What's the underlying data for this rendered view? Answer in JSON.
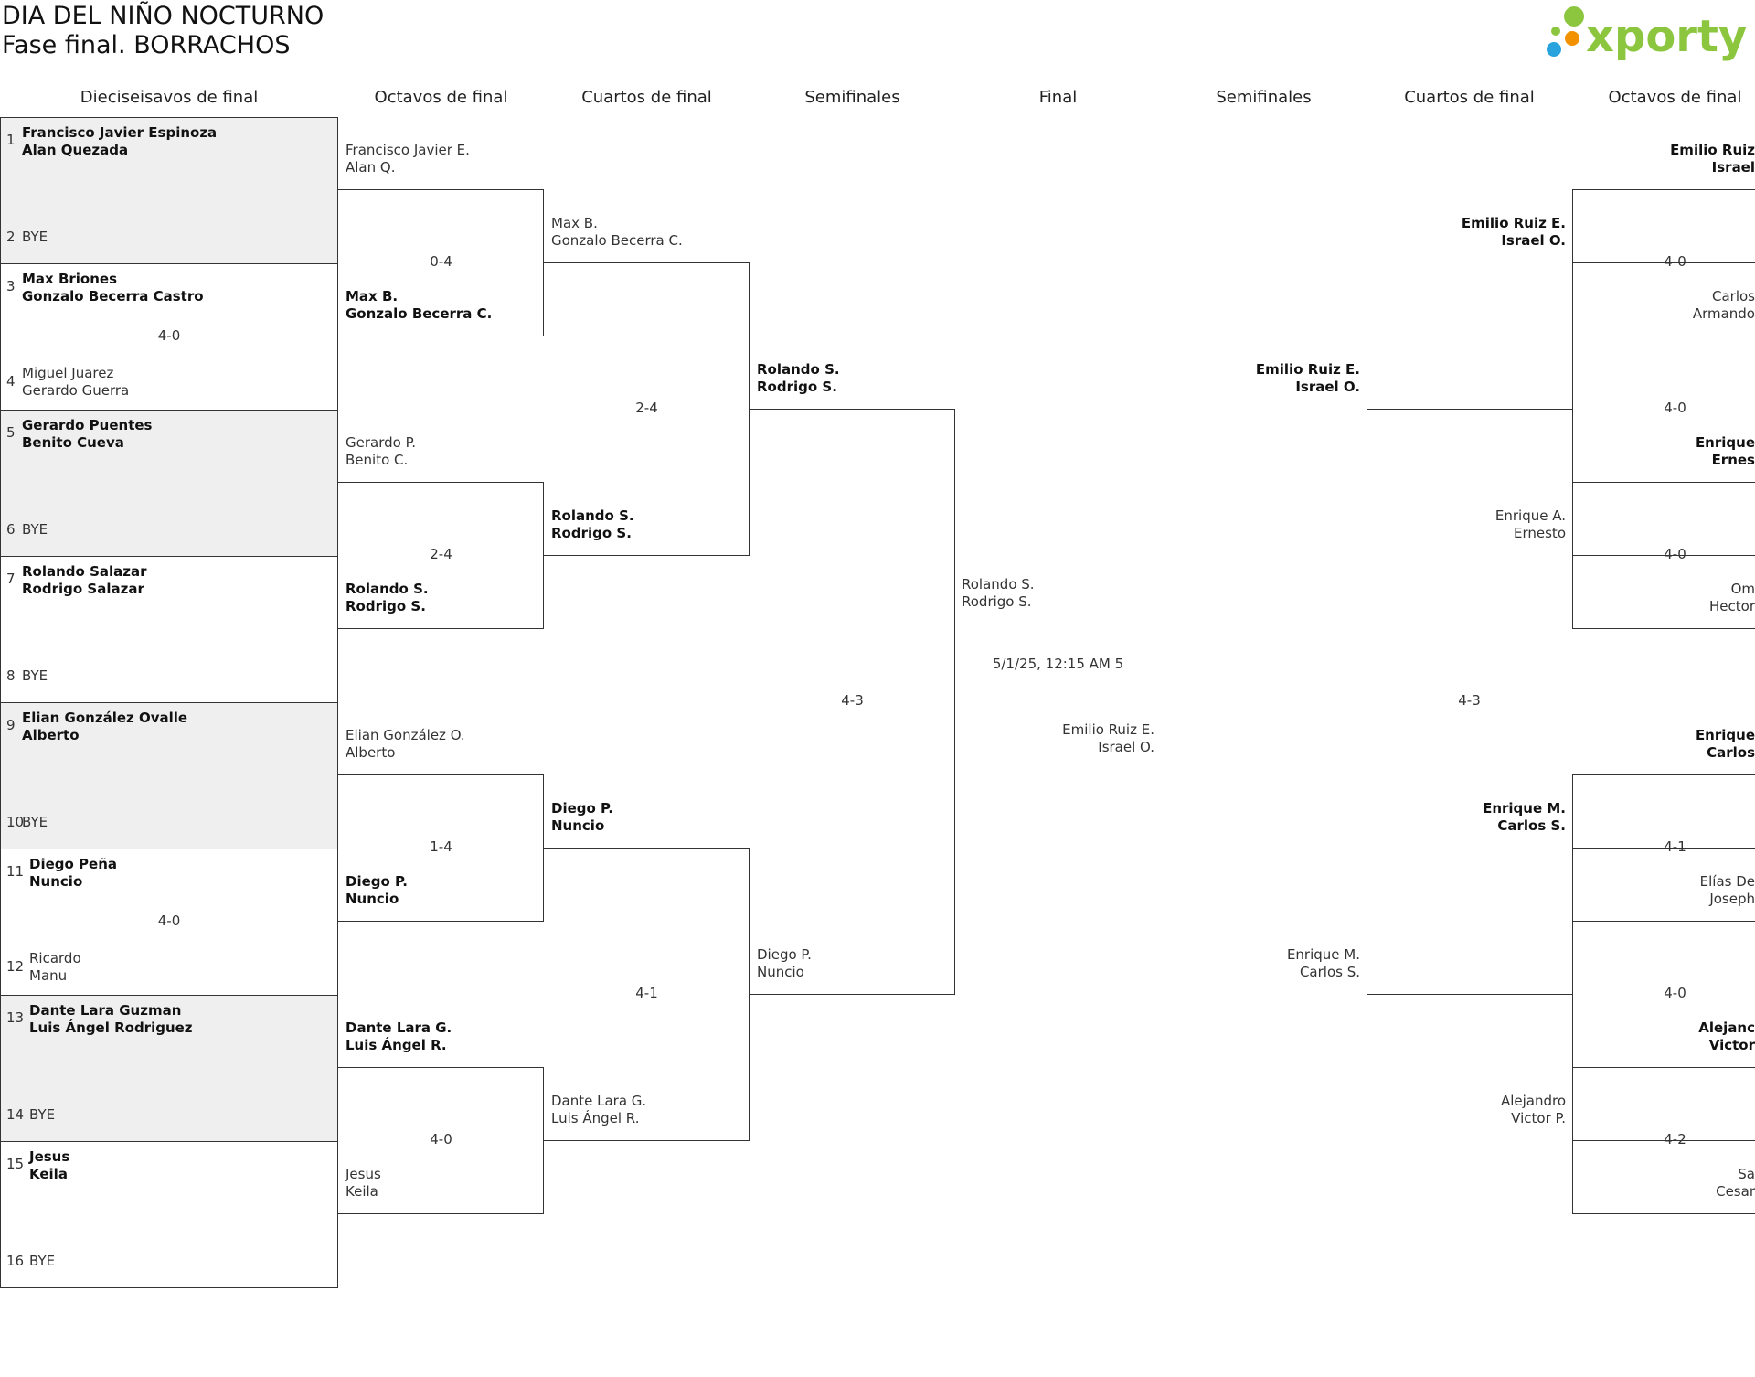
{
  "title": {
    "line1": "DIA DEL NIÑO NOCTURNO",
    "line2": "Fase final. BORRACHOS"
  },
  "logo": {
    "text": "xporty",
    "dot_colors": [
      "#8cc63f",
      "#f39200",
      "#29a3dd"
    ],
    "text_color": "#8cc63f"
  },
  "headers": [
    "Dieciseisavos de final",
    "Octavos de final",
    "Cuartos de final",
    "Semifinales",
    "Final",
    "Semifinales",
    "Cuartos de final",
    "Octavos de final"
  ],
  "r32": [
    {
      "a": {
        "seed": "1",
        "p1": "Francisco Javier Espinoza",
        "p2": "Alan Quezada"
      },
      "b": {
        "seed": "2",
        "p1": "BYE",
        "p2": ""
      },
      "score": "",
      "bye": true
    },
    {
      "a": {
        "seed": "3",
        "p1": "Max Briones",
        "p2": "Gonzalo Becerra Castro"
      },
      "b": {
        "seed": "4",
        "p1": "Miguel Juarez",
        "p2": "Gerardo Guerra"
      },
      "score": "4-0",
      "bye": false
    },
    {
      "a": {
        "seed": "5",
        "p1": "Gerardo Puentes",
        "p2": "Benito Cueva"
      },
      "b": {
        "seed": "6",
        "p1": "BYE",
        "p2": ""
      },
      "score": "",
      "bye": true
    },
    {
      "a": {
        "seed": "7",
        "p1": "Rolando Salazar",
        "p2": "Rodrigo Salazar"
      },
      "b": {
        "seed": "8",
        "p1": "BYE",
        "p2": ""
      },
      "score": "",
      "bye": false
    },
    {
      "a": {
        "seed": "9",
        "p1": "Elian González Ovalle",
        "p2": "Alberto"
      },
      "b": {
        "seed": "10",
        "p1": "BYE",
        "p2": ""
      },
      "score": "",
      "bye": true
    },
    {
      "a": {
        "seed": "11",
        "p1": "Diego Peña",
        "p2": "Nuncio"
      },
      "b": {
        "seed": "12",
        "p1": "Ricardo",
        "p2": "Manu"
      },
      "score": "4-0",
      "bye": false
    },
    {
      "a": {
        "seed": "13",
        "p1": "Dante Lara Guzman",
        "p2": "Luis Ángel Rodriguez"
      },
      "b": {
        "seed": "14",
        "p1": "BYE",
        "p2": ""
      },
      "score": "",
      "bye": true
    },
    {
      "a": {
        "seed": "15",
        "p1": "Jesus",
        "p2": "Keila"
      },
      "b": {
        "seed": "16",
        "p1": "BYE",
        "p2": ""
      },
      "score": "",
      "bye": false
    }
  ],
  "left_r16": [
    {
      "top": {
        "l1": "Francisco Javier E.",
        "l2": "Alan Q.",
        "win": false
      },
      "score": "0-4",
      "bottom": {
        "l1": "Max B.",
        "l2": "Gonzalo Becerra C.",
        "win": true
      }
    },
    {
      "top": {
        "l1": "Gerardo P.",
        "l2": "Benito C.",
        "win": false
      },
      "score": "2-4",
      "bottom": {
        "l1": "Rolando S.",
        "l2": "Rodrigo S.",
        "win": true
      }
    },
    {
      "top": {
        "l1": "Elian González O.",
        "l2": "Alberto",
        "win": false
      },
      "score": "1-4",
      "bottom": {
        "l1": "Diego P.",
        "l2": "Nuncio",
        "win": true
      }
    },
    {
      "top": {
        "l1": "Dante Lara G.",
        "l2": "Luis Ángel R.",
        "win": true
      },
      "score": "4-0",
      "bottom": {
        "l1": "Jesus",
        "l2": "Keila",
        "win": false
      }
    }
  ],
  "left_qf": [
    {
      "top": {
        "l1": "Max B.",
        "l2": "Gonzalo Becerra C.",
        "win": false
      },
      "score": "2-4",
      "bottom": {
        "l1": "Rolando S.",
        "l2": "Rodrigo S.",
        "win": true
      }
    },
    {
      "top": {
        "l1": "Diego P.",
        "l2": "Nuncio",
        "win": true
      },
      "score": "4-1",
      "bottom": {
        "l1": "Dante Lara G.",
        "l2": "Luis Ángel R.",
        "win": false
      }
    }
  ],
  "left_sf": {
    "top": {
      "l1": "Rolando S.",
      "l2": "Rodrigo S.",
      "win": true
    },
    "score": "4-3",
    "bottom": {
      "l1": "Diego P.",
      "l2": "Nuncio",
      "win": false
    }
  },
  "final": {
    "left": {
      "l1": "Rolando S.",
      "l2": "Rodrigo S."
    },
    "info": "5/1/25, 12:15 AM 5",
    "right": {
      "l1": "Emilio Ruiz E.",
      "l2": "Israel O."
    }
  },
  "right_sf": {
    "top": {
      "l1": "Emilio Ruiz E.",
      "l2": "Israel O.",
      "win": true
    },
    "score": "4-3",
    "bottom": {
      "l1": "Enrique M.",
      "l2": "Carlos S.",
      "win": false
    }
  },
  "right_qf": [
    {
      "top": {
        "l1": "Emilio Ruiz E.",
        "l2": "Israel O.",
        "win": true
      },
      "score": "4-0",
      "bottom": {
        "l1": "Enrique A.",
        "l2": "Ernesto",
        "win": false
      }
    },
    {
      "top": {
        "l1": "Enrique M.",
        "l2": "Carlos S.",
        "win": true
      },
      "score": "4-0",
      "bottom": {
        "l1": "Alejandro",
        "l2": "Victor P.",
        "win": false
      }
    }
  ],
  "right_r16": [
    {
      "top": {
        "l1": "Emilio Ruiz",
        "l2": "Israel",
        "win": true
      },
      "score": "4-0",
      "bottom": {
        "l1": "Carlos",
        "l2": "Armando",
        "win": false
      }
    },
    {
      "top": {
        "l1": "Enrique",
        "l2": "Ernes",
        "win": true
      },
      "score": "4-0",
      "bottom": {
        "l1": "Om",
        "l2": "Hector",
        "win": false
      }
    },
    {
      "top": {
        "l1": "Enrique",
        "l2": "Carlos",
        "win": true
      },
      "score": "4-1",
      "bottom": {
        "l1": "Elías De",
        "l2": "Joseph",
        "win": false
      }
    },
    {
      "top": {
        "l1": "Alejanc",
        "l2": "Victor",
        "win": true
      },
      "score": "4-2",
      "bottom": {
        "l1": "Sa",
        "l2": "Cesar",
        "win": false
      }
    }
  ]
}
